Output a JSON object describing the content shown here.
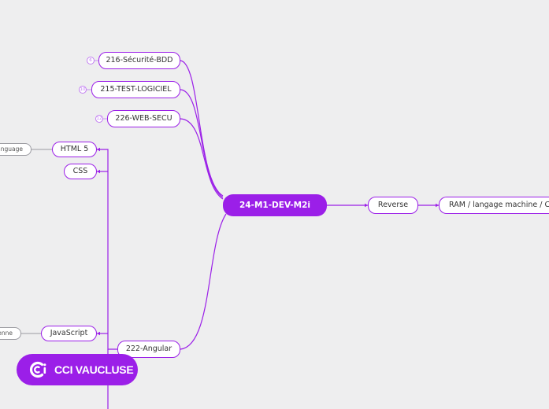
{
  "root": {
    "label": "24-M1-DEV-M2i"
  },
  "top_branches": [
    {
      "label": "216-Sécurité-BDD",
      "badge": "6"
    },
    {
      "label": "215-TEST-LOGICIEL",
      "badge": "10"
    },
    {
      "label": "226-WEB-SECU",
      "badge": "12"
    }
  ],
  "right_branch": {
    "label": "Reverse",
    "child": "RAM / langage machine / CPU"
  },
  "angular": {
    "label": "222-Angular",
    "children": [
      {
        "label": "HTML 5",
        "child": "anguage"
      },
      {
        "label": "CSS"
      },
      {
        "label": "JavaScript",
        "child": "enne"
      }
    ]
  },
  "brand": {
    "name": "CCI VAUCLUSE",
    "logo_icon": "cci-logo-icon"
  },
  "colors": {
    "accent": "#9b1fe8",
    "background": "#eeeeef",
    "node_border": "#9b1fe8"
  }
}
